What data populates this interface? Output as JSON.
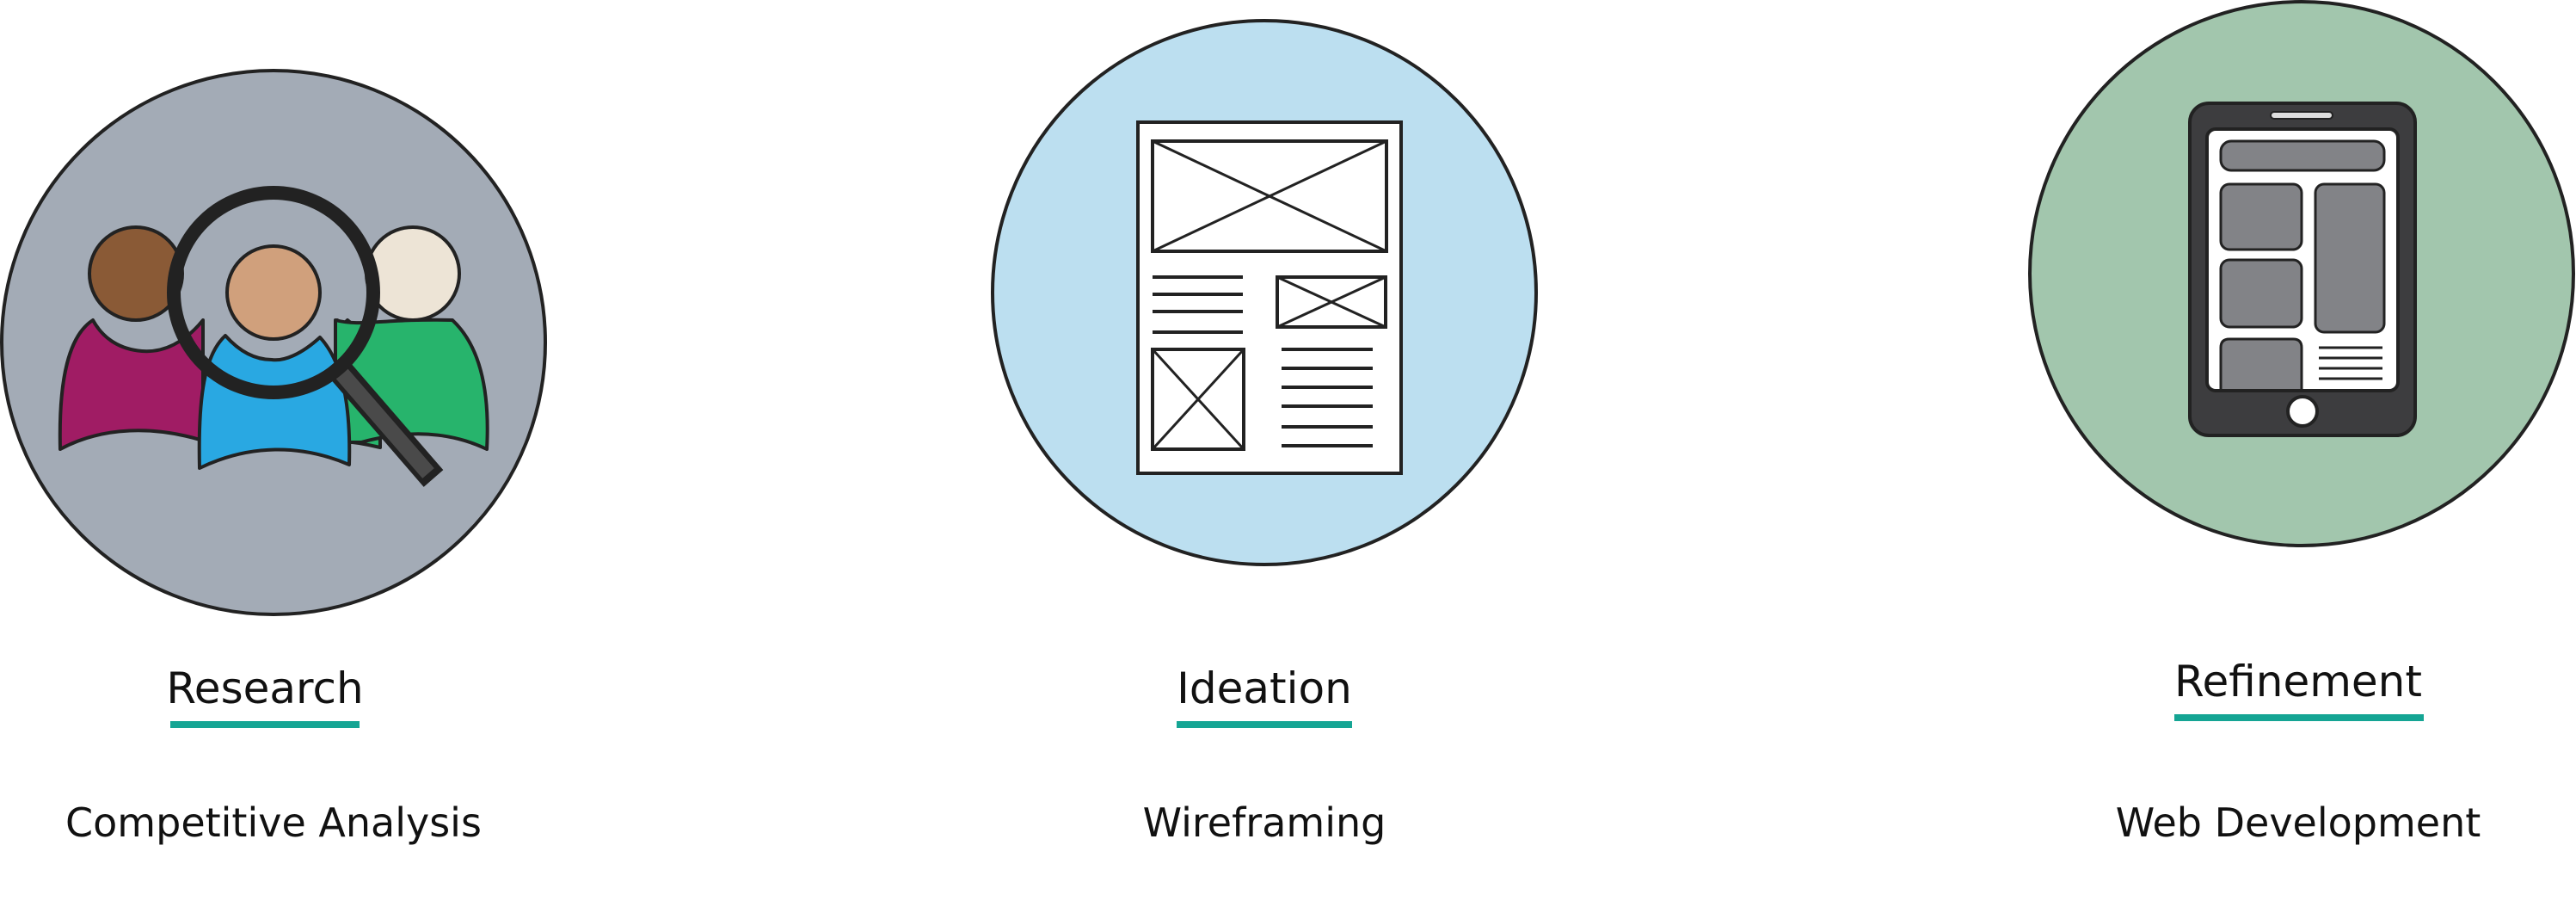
{
  "steps": [
    {
      "title": "Research",
      "subtitle": "Competitive Analysis",
      "icon": "users-magnifier-icon",
      "circle_color": "#a3abb6"
    },
    {
      "title": "Ideation",
      "subtitle": "Wireframing",
      "icon": "wireframe-page-icon",
      "circle_color": "#bcdff0"
    },
    {
      "title": "Refinement",
      "subtitle": "Web Development",
      "icon": "smartphone-icon",
      "circle_color": "#a2c6ad"
    }
  ],
  "colors": {
    "accent_underline": "#15a594",
    "outline": "#222222",
    "person_left": "#a01c64",
    "person_center": "#29a8e2",
    "person_right": "#27b46c"
  }
}
